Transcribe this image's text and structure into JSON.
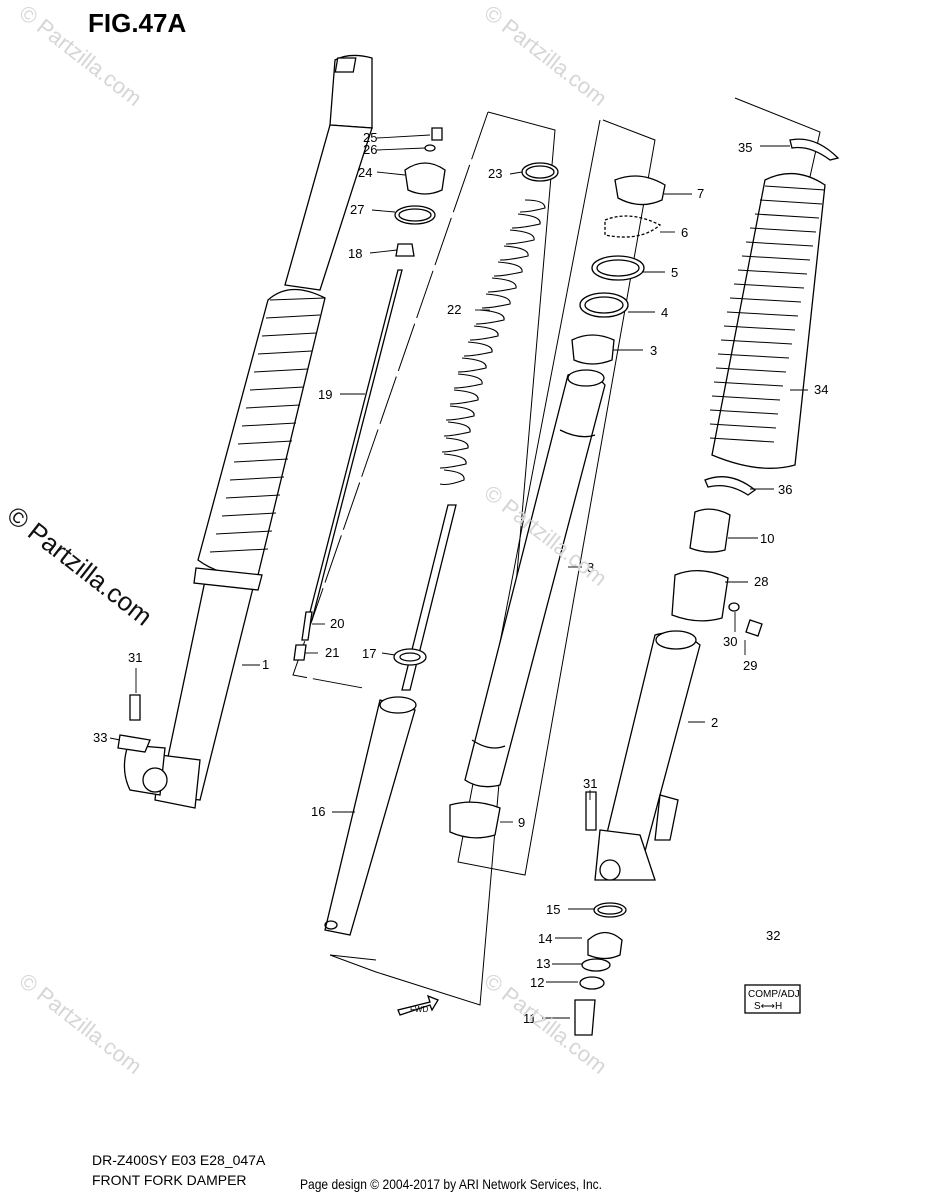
{
  "figure": {
    "title": "FIG.47A",
    "model_code": "DR-Z400SY E03 E28_047A",
    "section_name": "FRONT FORK DAMPER",
    "copyright": "Page design © 2004-2017 by ARI Network Services, Inc.",
    "watermark": "© Partzilla.com",
    "fwd_label": "FWD",
    "comp_adj_label": "COMP/ADJ",
    "comp_adj_sub": "S⟷H"
  },
  "callouts": [
    "1",
    "2",
    "3",
    "4",
    "5",
    "6",
    "7",
    "8",
    "9",
    "10",
    "11",
    "12",
    "13",
    "14",
    "15",
    "16",
    "17",
    "18",
    "19",
    "20",
    "21",
    "22",
    "23",
    "24",
    "25",
    "26",
    "27",
    "28",
    "29",
    "30",
    "31",
    "31",
    "32",
    "33",
    "34",
    "35",
    "36"
  ]
}
